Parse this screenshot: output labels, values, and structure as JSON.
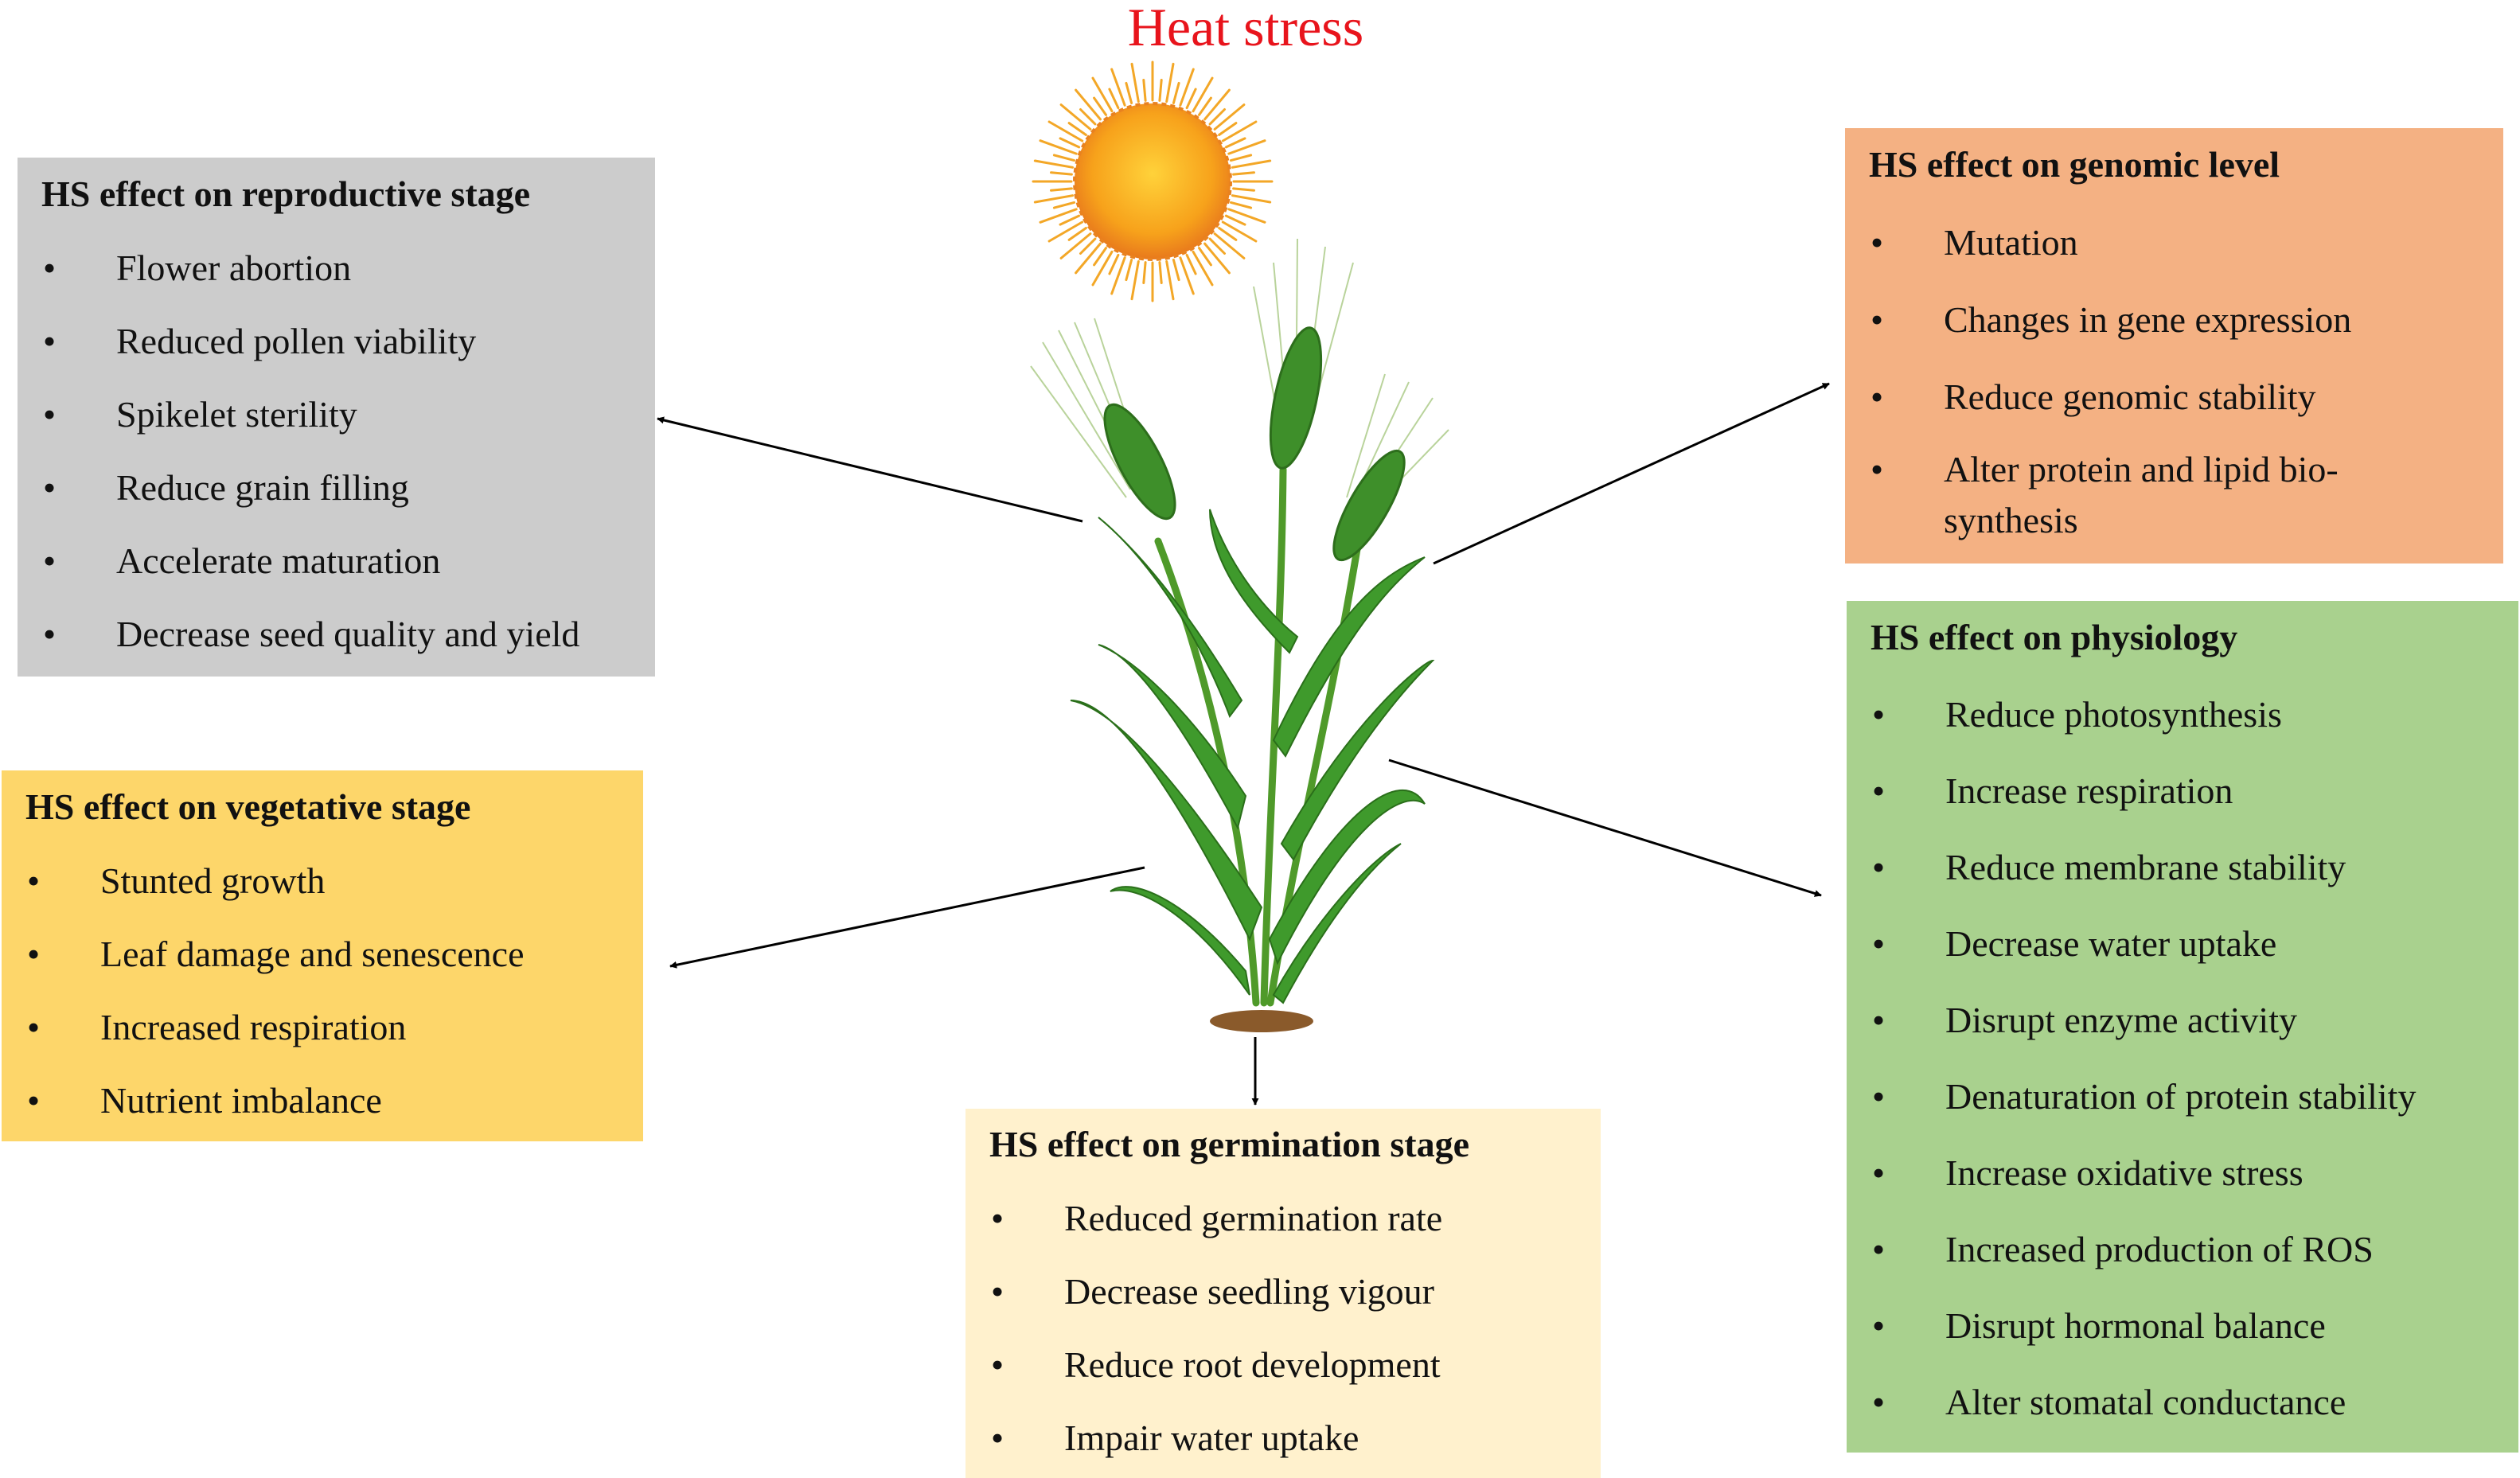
{
  "title": "Heat stress",
  "icons": [
    "sun-icon",
    "wheat-plant-icon"
  ],
  "colors": {
    "title": "#e8141c",
    "reproductive_box": "#cccccc",
    "vegetative_box": "#fdd66a",
    "germination_box": "#fff1cd",
    "genomic_box": "#f4b183",
    "physiology_box": "#a9d18e"
  },
  "reproductive": {
    "heading": "HS effect on reproductive stage",
    "items": [
      "Flower abortion",
      "Reduced pollen viability",
      "Spikelet sterility",
      "Reduce grain filling",
      "Accelerate maturation",
      "Decrease seed quality and yield"
    ]
  },
  "vegetative": {
    "heading": "HS effect on vegetative stage",
    "items": [
      "Stunted growth",
      "Leaf damage and senescence",
      "Increased respiration",
      "Nutrient imbalance"
    ]
  },
  "germination": {
    "heading": "HS effect on germination stage",
    "items": [
      "Reduced germination rate",
      "Decrease seedling vigour",
      "Reduce root development",
      "Impair water uptake"
    ]
  },
  "genomic": {
    "heading": "HS effect on genomic level",
    "items": [
      "Mutation",
      "Changes in gene expression",
      "Reduce genomic stability",
      "Alter protein and lipid bio-synthesis"
    ]
  },
  "physiology": {
    "heading": "HS effect on physiology",
    "items": [
      "Reduce photosynthesis",
      "Increase respiration",
      "Reduce membrane stability",
      "Decrease water uptake",
      "Disrupt enzyme activity",
      "Denaturation of protein stability",
      "Increase oxidative stress",
      "Increased production of ROS",
      "Disrupt hormonal balance",
      "Alter stomatal conductance"
    ]
  }
}
